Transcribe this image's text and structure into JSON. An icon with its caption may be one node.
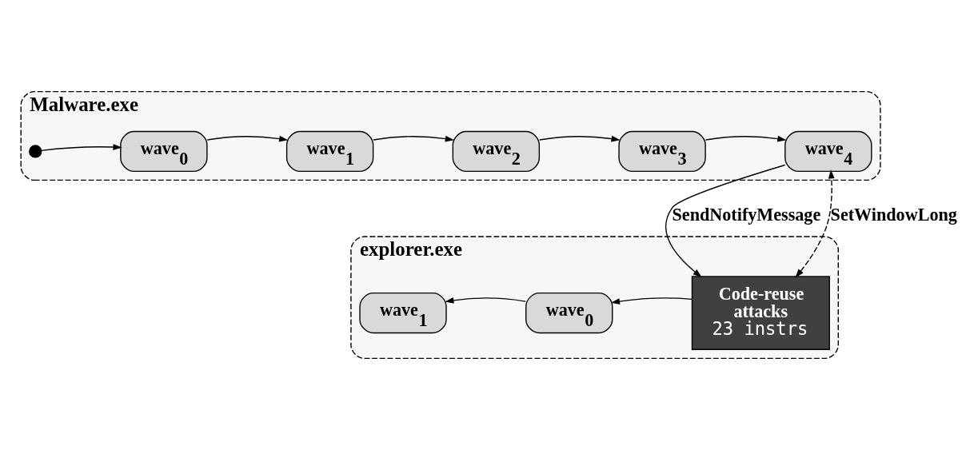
{
  "diagram": {
    "nodes": [
      {
        "text": [
          "Malware.exe"
        ]
      },
      {
        "text": [],
        "shape": "circle",
        "in": 0
      },
      {
        "text": [
          "wave$_{0}$"
        ],
        "in": 0
      },
      {
        "text": [
          "wave$_{1}$"
        ],
        "in": 0
      },
      {
        "text": [
          "wave$_{2}$"
        ],
        "in": 0
      },
      {
        "text": [
          "wave$_{3}$"
        ],
        "in": 0
      },
      {
        "text": [
          "wave$_{4}$"
        ],
        "in": 0
      },
      {
        "text": [
          "explorer.exe"
        ]
      },
      {
        "text": [
          "wave$_{1}$"
        ],
        "in": 7
      },
      {
        "text": [
          "wave$_{0}$"
        ],
        "in": 7
      },
      {
        "text": [
          "Code-reuse attacks",
          "23 instrs"
        ],
        "in": 7
      }
    ],
    "edges": [
      {
        "from": 1,
        "to": 2,
        "arrow": "to"
      },
      {
        "from": 2,
        "to": 3,
        "arrow": "to"
      },
      {
        "from": 3,
        "to": 4,
        "arrow": "to"
      },
      {
        "from": 4,
        "to": 5,
        "arrow": "to"
      },
      {
        "from": 5,
        "to": 6,
        "arrow": "to"
      },
      {
        "from": 6,
        "to": 10,
        "arrow": "to",
        "label": "SendNotifyMessage"
      },
      {
        "from": 10,
        "to": 6,
        "arrow": "both",
        "style": "dashed",
        "label": "SetWindowLong"
      },
      {
        "from": 10,
        "to": 9,
        "arrow": "to"
      },
      {
        "from": 9,
        "to": 8,
        "arrow": "to"
      }
    ]
  }
}
